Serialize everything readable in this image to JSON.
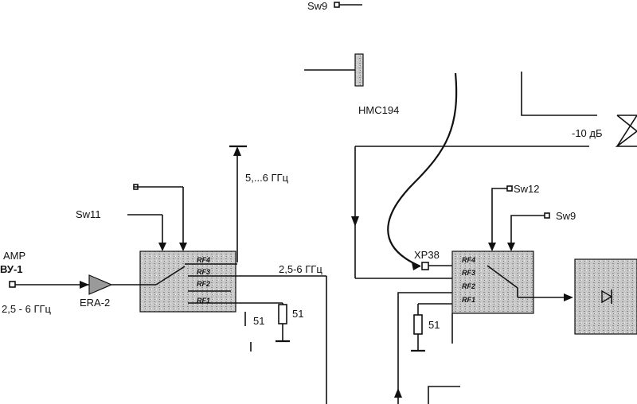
{
  "labels": {
    "sw9_top": "Sw9",
    "hmc_label": "HMC194",
    "att_10db": "-10 дБ",
    "freq_top_left": "5,...6 ГГц",
    "sw11": "Sw11",
    "amp": "AMP",
    "vu1": "ВУ-1",
    "era2": "ERA-2",
    "freq_bottom_left": "2,5 - 6 ГГц",
    "range_2_5_6": "2,5-6 ГГц",
    "sw12": "Sw12",
    "sw9_right": "Sw9",
    "xp38": "XP38",
    "r51_a": "51",
    "r51_b": "51",
    "r51_c": "51"
  },
  "switch_left": {
    "ports": [
      "RF4",
      "RF3",
      "RF2",
      "RF1"
    ]
  },
  "switch_right": {
    "ports": [
      "RF4",
      "RF3",
      "RF2",
      "RF1"
    ]
  },
  "colors": {
    "ink": "#111111",
    "block_fill": "#bdbdbd"
  }
}
